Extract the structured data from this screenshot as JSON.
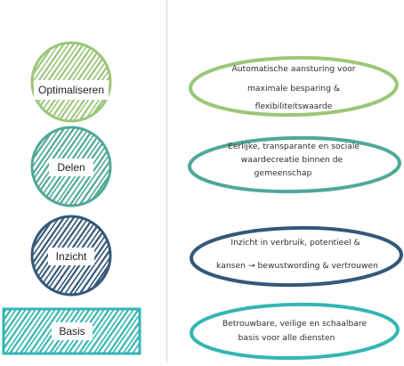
{
  "layers": [
    {
      "id": "optimaliseren",
      "label": "Optimaliseren",
      "shape": "circle",
      "color": "#9bc67a",
      "description": [
        "Automatische aansturing voor",
        "maximale besparing &",
        "flexibiliteitswaarde"
      ]
    },
    {
      "id": "delen",
      "label": "Delen",
      "shape": "circle",
      "color": "#4fa89a",
      "description": [
        "Eerlijke, transparante en sociale",
        "waardecreatie binnen de",
        "gemeenschap"
      ]
    },
    {
      "id": "inzicht",
      "label": "Inzicht",
      "shape": "circle",
      "color": "#34587a",
      "description": [
        "Inzicht in verbruik, potentieel &",
        "kansen → bewustwording & vertrouwen"
      ]
    },
    {
      "id": "basis",
      "label": "Basis",
      "shape": "rectangle",
      "color": "#35b6b3",
      "description": [
        "Betrouwbare, veilige en schaalbare",
        "basis voor alle diensten"
      ]
    }
  ]
}
